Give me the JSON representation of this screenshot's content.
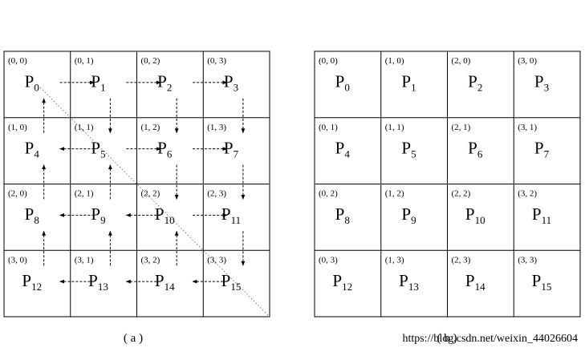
{
  "diagram_a": {
    "caption": "( a )",
    "cells": [
      {
        "coord": "(0, 0)",
        "label": "P",
        "sub": "0"
      },
      {
        "coord": "(0, 1)",
        "label": "P",
        "sub": "1"
      },
      {
        "coord": "(0, 2)",
        "label": "P",
        "sub": "2"
      },
      {
        "coord": "(0, 3)",
        "label": "P",
        "sub": "3"
      },
      {
        "coord": "(1, 0)",
        "label": "P",
        "sub": "4"
      },
      {
        "coord": "(1, 1)",
        "label": "P",
        "sub": "5"
      },
      {
        "coord": "(1, 2)",
        "label": "P",
        "sub": "6"
      },
      {
        "coord": "(1, 3)",
        "label": "P",
        "sub": "7"
      },
      {
        "coord": "(2, 0)",
        "label": "P",
        "sub": "8"
      },
      {
        "coord": "(2, 1)",
        "label": "P",
        "sub": "9"
      },
      {
        "coord": "(2, 2)",
        "label": "P",
        "sub": "10"
      },
      {
        "coord": "(2, 3)",
        "label": "P",
        "sub": "11"
      },
      {
        "coord": "(3, 0)",
        "label": "P",
        "sub": "12"
      },
      {
        "coord": "(3, 1)",
        "label": "P",
        "sub": "13"
      },
      {
        "coord": "(3, 2)",
        "label": "P",
        "sub": "14"
      },
      {
        "coord": "(3, 3)",
        "label": "P",
        "sub": "15"
      }
    ],
    "arrows": [
      {
        "from": 0,
        "to": 1
      },
      {
        "from": 1,
        "to": 2
      },
      {
        "from": 2,
        "to": 3
      },
      {
        "from": 1,
        "to": 5
      },
      {
        "from": 2,
        "to": 6
      },
      {
        "from": 3,
        "to": 7
      },
      {
        "from": 5,
        "to": 4
      },
      {
        "from": 5,
        "to": 6
      },
      {
        "from": 6,
        "to": 7
      },
      {
        "from": 4,
        "to": 0
      },
      {
        "from": 6,
        "to": 10
      },
      {
        "from": 7,
        "to": 11
      },
      {
        "from": 9,
        "to": 5
      },
      {
        "from": 8,
        "to": 4
      },
      {
        "from": 9,
        "to": 8
      },
      {
        "from": 10,
        "to": 9
      },
      {
        "from": 10,
        "to": 11
      },
      {
        "from": 11,
        "to": 15
      },
      {
        "from": 12,
        "to": 8
      },
      {
        "from": 13,
        "to": 9
      },
      {
        "from": 14,
        "to": 10
      },
      {
        "from": 13,
        "to": 12
      },
      {
        "from": 14,
        "to": 13
      },
      {
        "from": 15,
        "to": 14
      }
    ]
  },
  "diagram_b": {
    "caption": "( b )",
    "cells": [
      {
        "coord": "(0, 0)",
        "label": "P",
        "sub": "0"
      },
      {
        "coord": "(1, 0)",
        "label": "P",
        "sub": "1"
      },
      {
        "coord": "(2, 0)",
        "label": "P",
        "sub": "2"
      },
      {
        "coord": "(3, 0)",
        "label": "P",
        "sub": "3"
      },
      {
        "coord": "(0, 1)",
        "label": "P",
        "sub": "4"
      },
      {
        "coord": "(1, 1)",
        "label": "P",
        "sub": "5"
      },
      {
        "coord": "(2, 1)",
        "label": "P",
        "sub": "6"
      },
      {
        "coord": "(3, 1)",
        "label": "P",
        "sub": "7"
      },
      {
        "coord": "(0, 2)",
        "label": "P",
        "sub": "8"
      },
      {
        "coord": "(1, 2)",
        "label": "P",
        "sub": "9"
      },
      {
        "coord": "(2, 2)",
        "label": "P",
        "sub": "10"
      },
      {
        "coord": "(3, 2)",
        "label": "P",
        "sub": "11"
      },
      {
        "coord": "(0, 3)",
        "label": "P",
        "sub": "12"
      },
      {
        "coord": "(1, 3)",
        "label": "P",
        "sub": "13"
      },
      {
        "coord": "(2, 3)",
        "label": "P",
        "sub": "14"
      },
      {
        "coord": "(3, 3)",
        "label": "P",
        "sub": "15"
      }
    ]
  },
  "watermark": "https://blog.csdn.net/weixin_44026604"
}
